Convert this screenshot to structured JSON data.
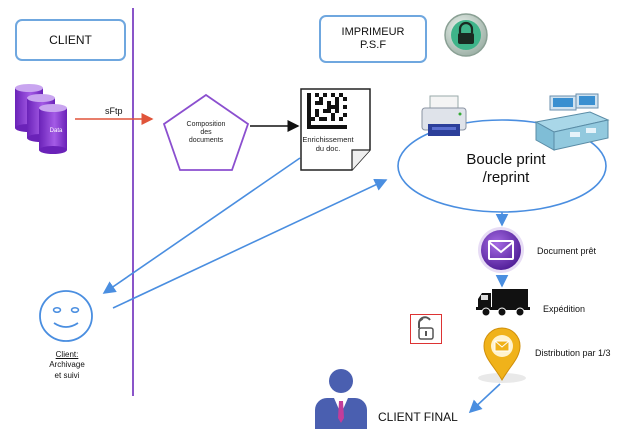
{
  "labels": {
    "client": "CLIENT",
    "imprimeur_line1": "IMPRIMEUR",
    "imprimeur_line2": "P.S.F",
    "data": "Data",
    "sftp": "sFtp",
    "composition_line1": "Composition",
    "composition_line2": "des",
    "composition_line3": "documents",
    "enrichissement_line1": "Enrichissement",
    "enrichissement_line2": "du doc.",
    "boucle_line1": "Boucle print",
    "boucle_line2": "/reprint",
    "document_pret": "Document prêt",
    "expedition": "Expédition",
    "distribution": "Distribution par 1/3",
    "client_archivage_line1": "Client:",
    "client_archivage_line2": "Archivage",
    "client_archivage_line3": "et suivi",
    "client_final": "CLIENT FINAL"
  },
  "icons": {
    "lock": "lock-icon",
    "database": "database-stack-icon",
    "qr": "datamatrix-code-icon",
    "printer": "printer-icon",
    "server": "server-station-icon",
    "mail": "mail-envelope-icon",
    "truck": "delivery-truck-icon",
    "pin": "map-pin-mail-icon",
    "unlock": "unlocked-padlock-icon",
    "smiley": "smiley-face-icon",
    "person": "person-icon"
  },
  "colors": {
    "divider": "#8a55c9",
    "box_border": "#6fa7df",
    "arrow_blue": "#4a8ee0",
    "arrow_red": "#e0543a",
    "pentagon": "#8b4fcf",
    "database": "#8c3fd0",
    "mail_circle": "#6a2fb0",
    "pin": "#f0b21a",
    "person": "#4a5fb0"
  }
}
